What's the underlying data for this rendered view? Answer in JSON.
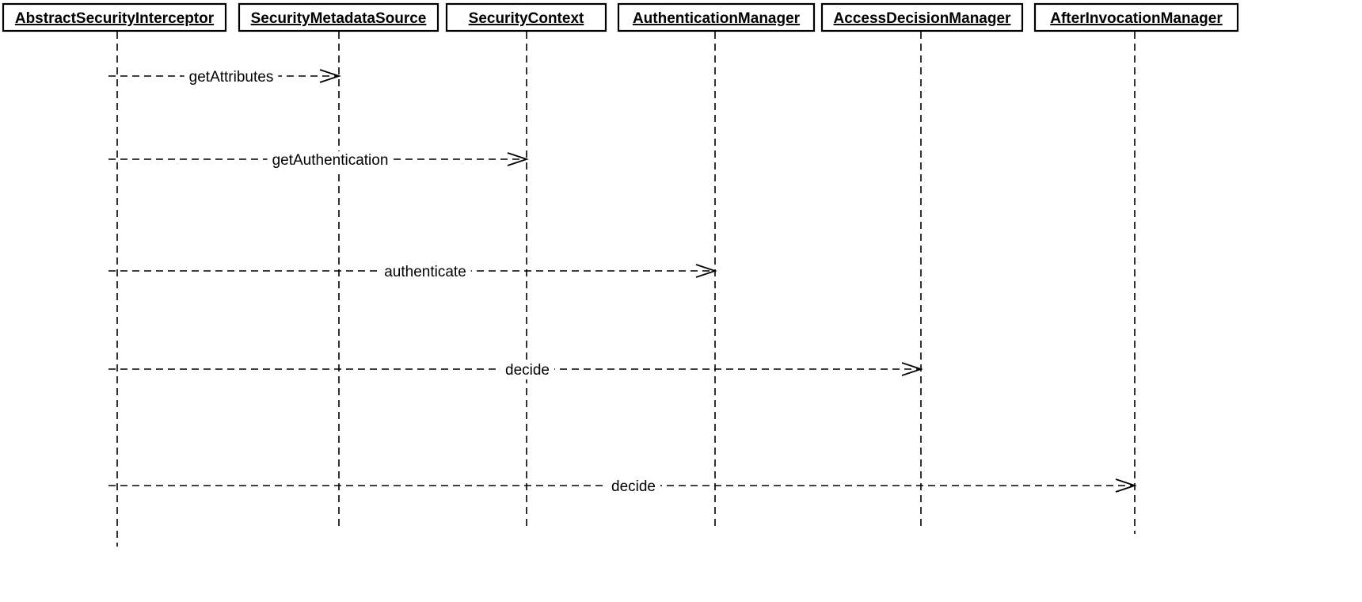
{
  "participants": [
    {
      "id": "abstract-security-interceptor",
      "label": "AbstractSecurityInterceptor"
    },
    {
      "id": "security-metadata-source",
      "label": "SecurityMetadataSource"
    },
    {
      "id": "security-context",
      "label": "SecurityContext"
    },
    {
      "id": "authentication-manager",
      "label": "AuthenticationManager"
    },
    {
      "id": "access-decision-manager",
      "label": "AccessDecisionManager"
    },
    {
      "id": "after-invocation-manager",
      "label": "AfterInvocationManager"
    }
  ],
  "messages": [
    {
      "label": "getAttributes",
      "from": 0,
      "to": 1
    },
    {
      "label": "getAuthentication",
      "from": 0,
      "to": 2
    },
    {
      "label": "authenticate",
      "from": 0,
      "to": 3
    },
    {
      "label": "decide",
      "from": 0,
      "to": 4
    },
    {
      "label": "decide",
      "from": 0,
      "to": 5
    }
  ]
}
